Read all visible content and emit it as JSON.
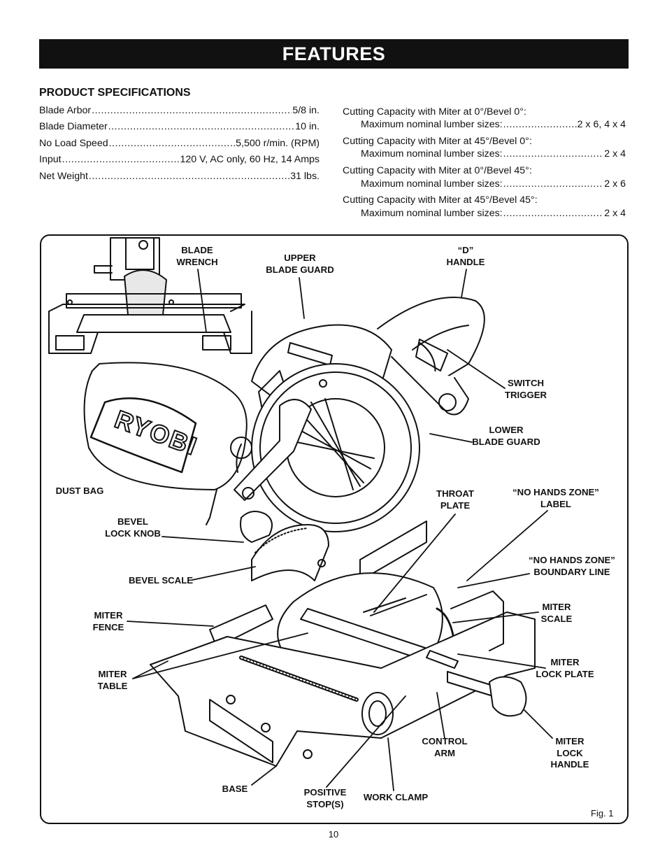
{
  "header": {
    "title": "FEATURES"
  },
  "specs": {
    "title": "PRODUCT SPECIFICATIONS",
    "items": [
      {
        "label": "Blade Arbor",
        "value": "5/8 in."
      },
      {
        "label": "Blade Diameter",
        "value": "10 in."
      },
      {
        "label": "No Load Speed",
        "value": "5,500 r/min. (RPM)"
      },
      {
        "label": "Input",
        "value": "120 V, AC only, 60 Hz, 14 Amps"
      },
      {
        "label": "Net Weight",
        "value": "31 lbs."
      }
    ]
  },
  "capacities": [
    {
      "heading": "Cutting Capacity with Miter at 0°/Bevel 0°:",
      "label": "Maximum nominal lumber sizes:",
      "value": "2 x 6, 4 x 4"
    },
    {
      "heading": "Cutting Capacity with Miter at 45°/Bevel 0°:",
      "label": "Maximum nominal lumber sizes:",
      "value": "2 x 4"
    },
    {
      "heading": "Cutting Capacity with Miter at 0°/Bevel 45°:",
      "label": "Maximum nominal lumber sizes:",
      "value": "2 x 6"
    },
    {
      "heading": "Cutting Capacity with Miter at 45°/Bevel 45°:",
      "label": "Maximum nominal lumber sizes:",
      "value": "2 x 4"
    }
  ],
  "figure": {
    "brand": "RYOBI",
    "caption": "Fig. 1",
    "callouts": {
      "blade_wrench": "BLADE\nWRENCH",
      "upper_blade_guard": "UPPER\nBLADE GUARD",
      "d_handle": "“D”\nHANDLE",
      "switch_trigger": "SWITCH\nTRIGGER",
      "lower_blade_guard": "LOWER\nBLADE GUARD",
      "dust_bag": "DUST BAG",
      "throat_plate": "THROAT\nPLATE",
      "no_hands_zone_label": "“NO HANDS ZONE”\nLABEL",
      "bevel_lock_knob": "BEVEL\nLOCK KNOB",
      "no_hands_zone_boundary": "“NO HANDS ZONE”\nBOUNDARY LINE",
      "bevel_scale": "BEVEL SCALE",
      "miter_scale": "MITER\nSCALE",
      "miter_fence": "MITER\nFENCE",
      "miter_lock_plate": "MITER\nLOCK PLATE",
      "miter_table": "MITER\nTABLE",
      "control_arm": "CONTROL\nARM",
      "miter_lock_handle": "MITER\nLOCK\nHANDLE",
      "base": "BASE",
      "positive_stops": "POSITIVE\nSTOP(S)",
      "work_clamp": "WORK CLAMP"
    }
  },
  "footer": {
    "page_number": "10"
  }
}
